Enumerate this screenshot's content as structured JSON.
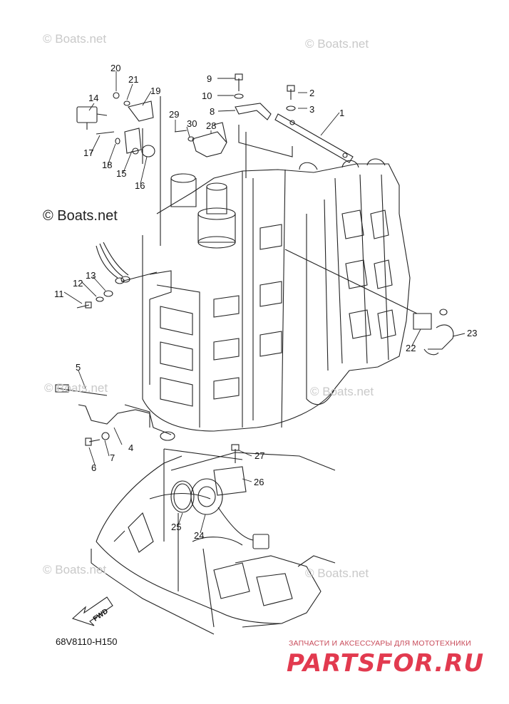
{
  "watermarks": [
    "© Boats.net",
    "© Boats.net",
    "© Boats.net",
    "© Boats.net",
    "© Boats.net",
    "© Boats.net",
    "© Boats.net"
  ],
  "callouts": [
    "1",
    "2",
    "3",
    "4",
    "5",
    "6",
    "7",
    "8",
    "9",
    "10",
    "11",
    "12",
    "13",
    "14",
    "15",
    "16",
    "17",
    "18",
    "19",
    "20",
    "21",
    "22",
    "23",
    "24",
    "25",
    "26",
    "27",
    "28",
    "29",
    "30"
  ],
  "diagram_code": "68V8110-H150",
  "fwd_label": "FWD",
  "brand": {
    "tagline": "ЗАПЧАСТИ И АКСЕССУАРЫ ДЛЯ МОТОТЕХНИКИ",
    "name": "PARTSFOR.RU",
    "color": "#e23a4f"
  }
}
